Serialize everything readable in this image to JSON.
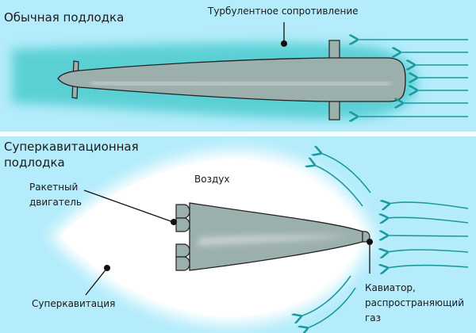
{
  "top_panel": {
    "title": "Обычная подлодка",
    "label_turbulent_drag": "Турбулентное сопротивление"
  },
  "bottom_panel": {
    "title_line1": "Суперкавитационная",
    "title_line2": "подлодка",
    "label_air": "Воздух",
    "label_engine_line1": "Ракетный",
    "label_engine_line2": "двигатель",
    "label_supercavitation": "Суперкавитация",
    "label_cavitator_line1": "Кавиатор,",
    "label_cavitator_line2": "распространяющий",
    "label_cavitator_line3": "газ"
  },
  "colors": {
    "water": "#b4ecfb",
    "flow_arrow": "#1a9a9f",
    "hull": "#9bb0ad",
    "turbulence": "#3cc7c9"
  }
}
